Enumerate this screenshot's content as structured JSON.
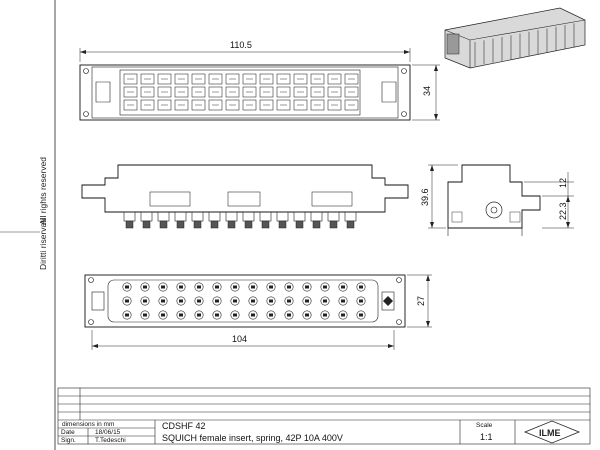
{
  "notes": {
    "rights_it": "Diritti riservati",
    "rights_en": "All rights reserved"
  },
  "dimensions": {
    "top_width": "110.5",
    "top_height": "34",
    "side_height": "39.6",
    "side_upper": "12",
    "side_lower": "22.3",
    "bottom_width": "104",
    "bottom_height": "27"
  },
  "title_block": {
    "units": "dimensions in mm",
    "date_label": "Date",
    "date_value": "18/06/15",
    "sign_label": "Sign.",
    "sign_value": "T.Tedeschi",
    "code": "CDSHF 42",
    "description": "SQUICH female insert, spring, 42P 10A 400V",
    "scale_label": "Scale",
    "scale_value": "1:1",
    "logo_text": "ILME"
  }
}
